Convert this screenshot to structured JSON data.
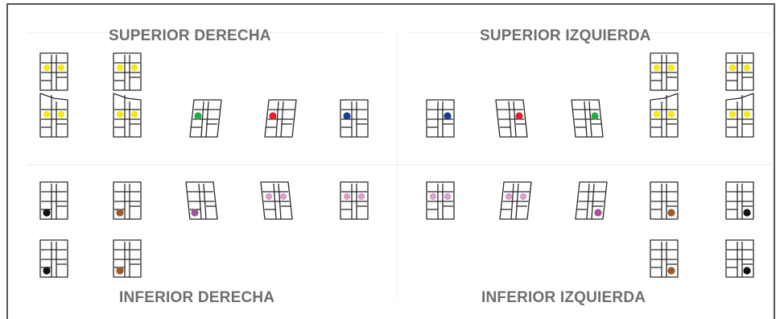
{
  "quadrants": {
    "upper_right": {
      "title": "SUPERIOR DERECHA"
    },
    "upper_left": {
      "title": "SUPERIOR IZQUIERDA"
    },
    "lower_right": {
      "title": "INFERIOR DERECHA"
    },
    "lower_left": {
      "title": "INFERIOR IZQUIERDA"
    }
  },
  "colors": {
    "yellow": "#f5e81b",
    "green": "#2ba84a",
    "red": "#e02127",
    "blue": "#1a3d8f",
    "black": "#111111",
    "brown": "#9b5a2c",
    "purple": "#a0559c",
    "pink": "#d7a3cd",
    "outline": "#2b2b2b"
  }
}
